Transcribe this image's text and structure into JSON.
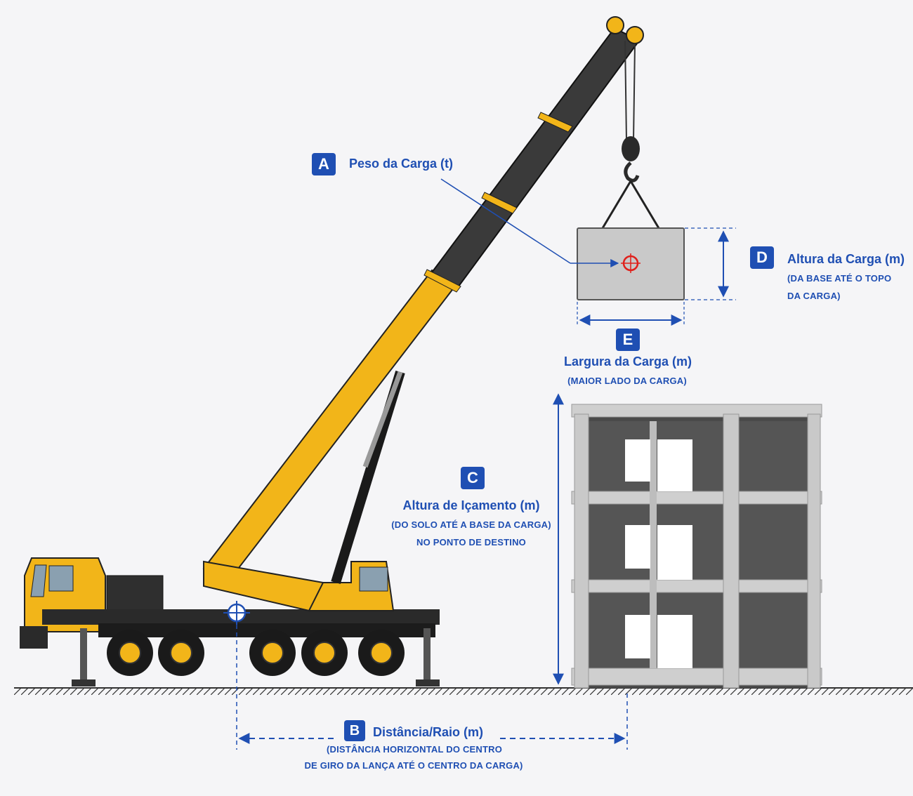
{
  "labels": {
    "A": {
      "letter": "A",
      "title": "Peso da Carga (t)"
    },
    "B": {
      "letter": "B",
      "title": "Distância/Raio (m)",
      "sub1": "(DISTÂNCIA HORIZONTAL DO CENTRO",
      "sub2": "DE GIRO DA LANÇA ATÉ O CENTRO DA CARGA)"
    },
    "C": {
      "letter": "C",
      "title": "Altura de Içamento (m)",
      "sub1": "(DO SOLO ATÉ A BASE DA CARGA)",
      "sub2": "NO PONTO DE DESTINO"
    },
    "D": {
      "letter": "D",
      "title": "Altura da Carga (m)",
      "sub1": "(DA BASE ATÉ O TOPO",
      "sub2": "DA CARGA)"
    },
    "E": {
      "letter": "E",
      "title": "Largura da Carga (m)",
      "sub1": "(MAIOR LADO DA CARGA)"
    }
  },
  "colors": {
    "accent": "#1f4fb3",
    "crane_yellow": "#f2b519",
    "boom_dark": "#3a3a3a",
    "concrete": "#c9c9c9",
    "target_red": "#e0201b"
  }
}
